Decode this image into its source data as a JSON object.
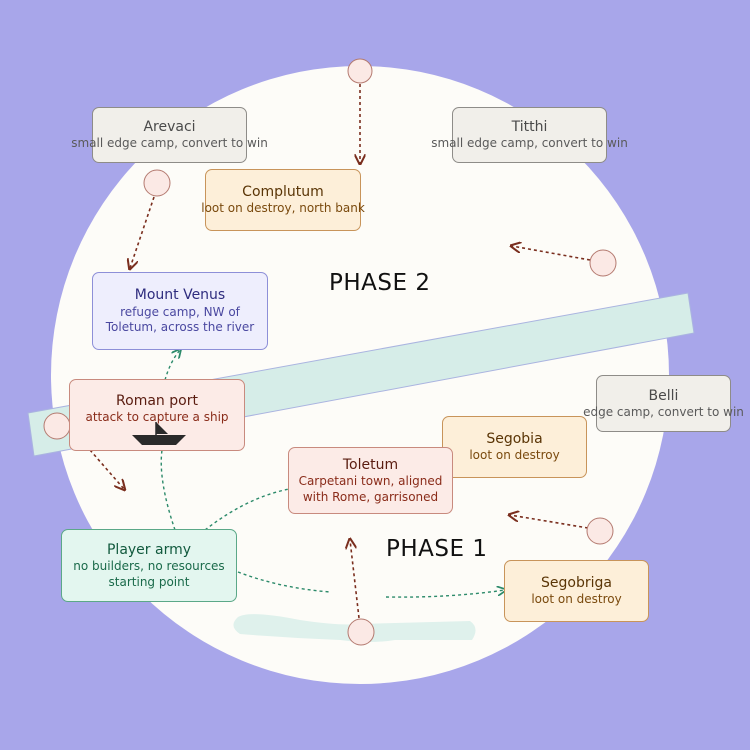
{
  "phases": {
    "phase1": "PHASE 1",
    "phase2": "PHASE 2"
  },
  "nodes": {
    "arevaci": {
      "title": "Arevaci",
      "sub": [
        "small edge camp, convert to win"
      ]
    },
    "titthi": {
      "title": "Titthi",
      "sub": [
        "small edge camp, convert to win"
      ]
    },
    "complutum": {
      "title": "Complutum",
      "sub": [
        "loot on destroy, north bank"
      ]
    },
    "mount_venus": {
      "title": "Mount Venus",
      "sub": [
        "refuge camp, NW of",
        "Toletum, across the river"
      ]
    },
    "belli": {
      "title": "Belli",
      "sub": [
        "edge camp, convert to win"
      ]
    },
    "roman_port": {
      "title": "Roman port",
      "sub": [
        "attack to capture a ship"
      ]
    },
    "segobia": {
      "title": "Segobia",
      "sub": [
        "loot on destroy"
      ]
    },
    "toletum": {
      "title": "Toletum",
      "sub": [
        "Carpetani town, aligned",
        "with Rome, garrisoned"
      ]
    },
    "player_army": {
      "title": "Player army",
      "sub": [
        "no builders, no resources",
        "starting point"
      ]
    },
    "segobriga": {
      "title": "Segobriga",
      "sub": [
        "loot on destroy"
      ]
    }
  },
  "colors": {
    "background": "#a8a6ea",
    "map_disc": "#fdfcf8",
    "river": "#d6ede8",
    "enemy_arrow": "#7a2e1e",
    "player_arrow": "#2c8a6a",
    "spawn_marker": "#fbe9e5",
    "ship": "#2a2a2a"
  },
  "icons": {
    "ship": "ship-icon",
    "spawn": "spawn-marker-icon"
  }
}
